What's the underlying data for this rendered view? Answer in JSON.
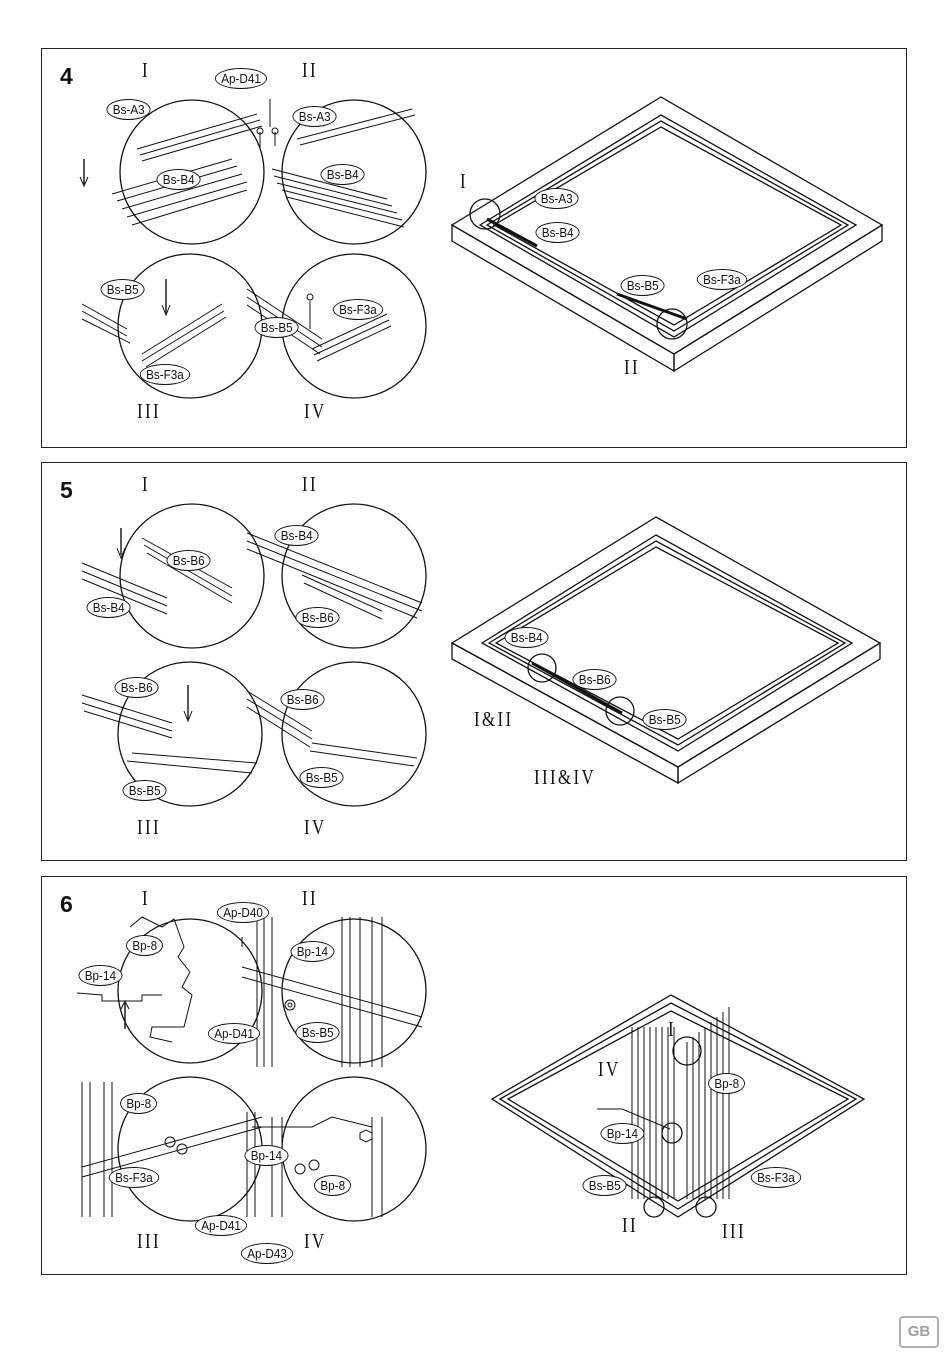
{
  "steps": [
    {
      "number": "4",
      "romans": [
        "I",
        "II",
        "III",
        "IV",
        "I",
        "II"
      ],
      "tags": [
        "Bs-A3",
        "Bs-B4",
        "Ap-D41",
        "Bs-A3",
        "Bs-B4",
        "Bs-B5",
        "Bs-F3a",
        "Bs-F3a",
        "Bs-B5",
        "Bs-A3",
        "Bs-B4",
        "Bs-B5",
        "Bs-F3a"
      ]
    },
    {
      "number": "5",
      "romans": [
        "I",
        "II",
        "III",
        "IV",
        "I&II",
        "III&IV"
      ],
      "tags": [
        "Bs-B6",
        "Bs-B4",
        "Bs-B4",
        "Bs-B6",
        "Bs-B6",
        "Bs-B5",
        "Bs-B6",
        "Bs-B5",
        "Bs-B4",
        "Bs-B6",
        "Bs-B5"
      ]
    },
    {
      "number": "6",
      "romans": [
        "I",
        "II",
        "III",
        "IV",
        "I",
        "IV",
        "II",
        "III"
      ],
      "tags": [
        "Bp-8",
        "Bp-14",
        "Ap-D40",
        "Bp-14",
        "Bs-B5",
        "Ap-D41",
        "Bp-8",
        "Bs-F3a",
        "Ap-D41",
        "Bp-14",
        "Bp-8",
        "Ap-D43",
        "Bp-8",
        "Bp-14",
        "Bs-B5",
        "Bs-F3a"
      ]
    }
  ],
  "badge": "GB"
}
